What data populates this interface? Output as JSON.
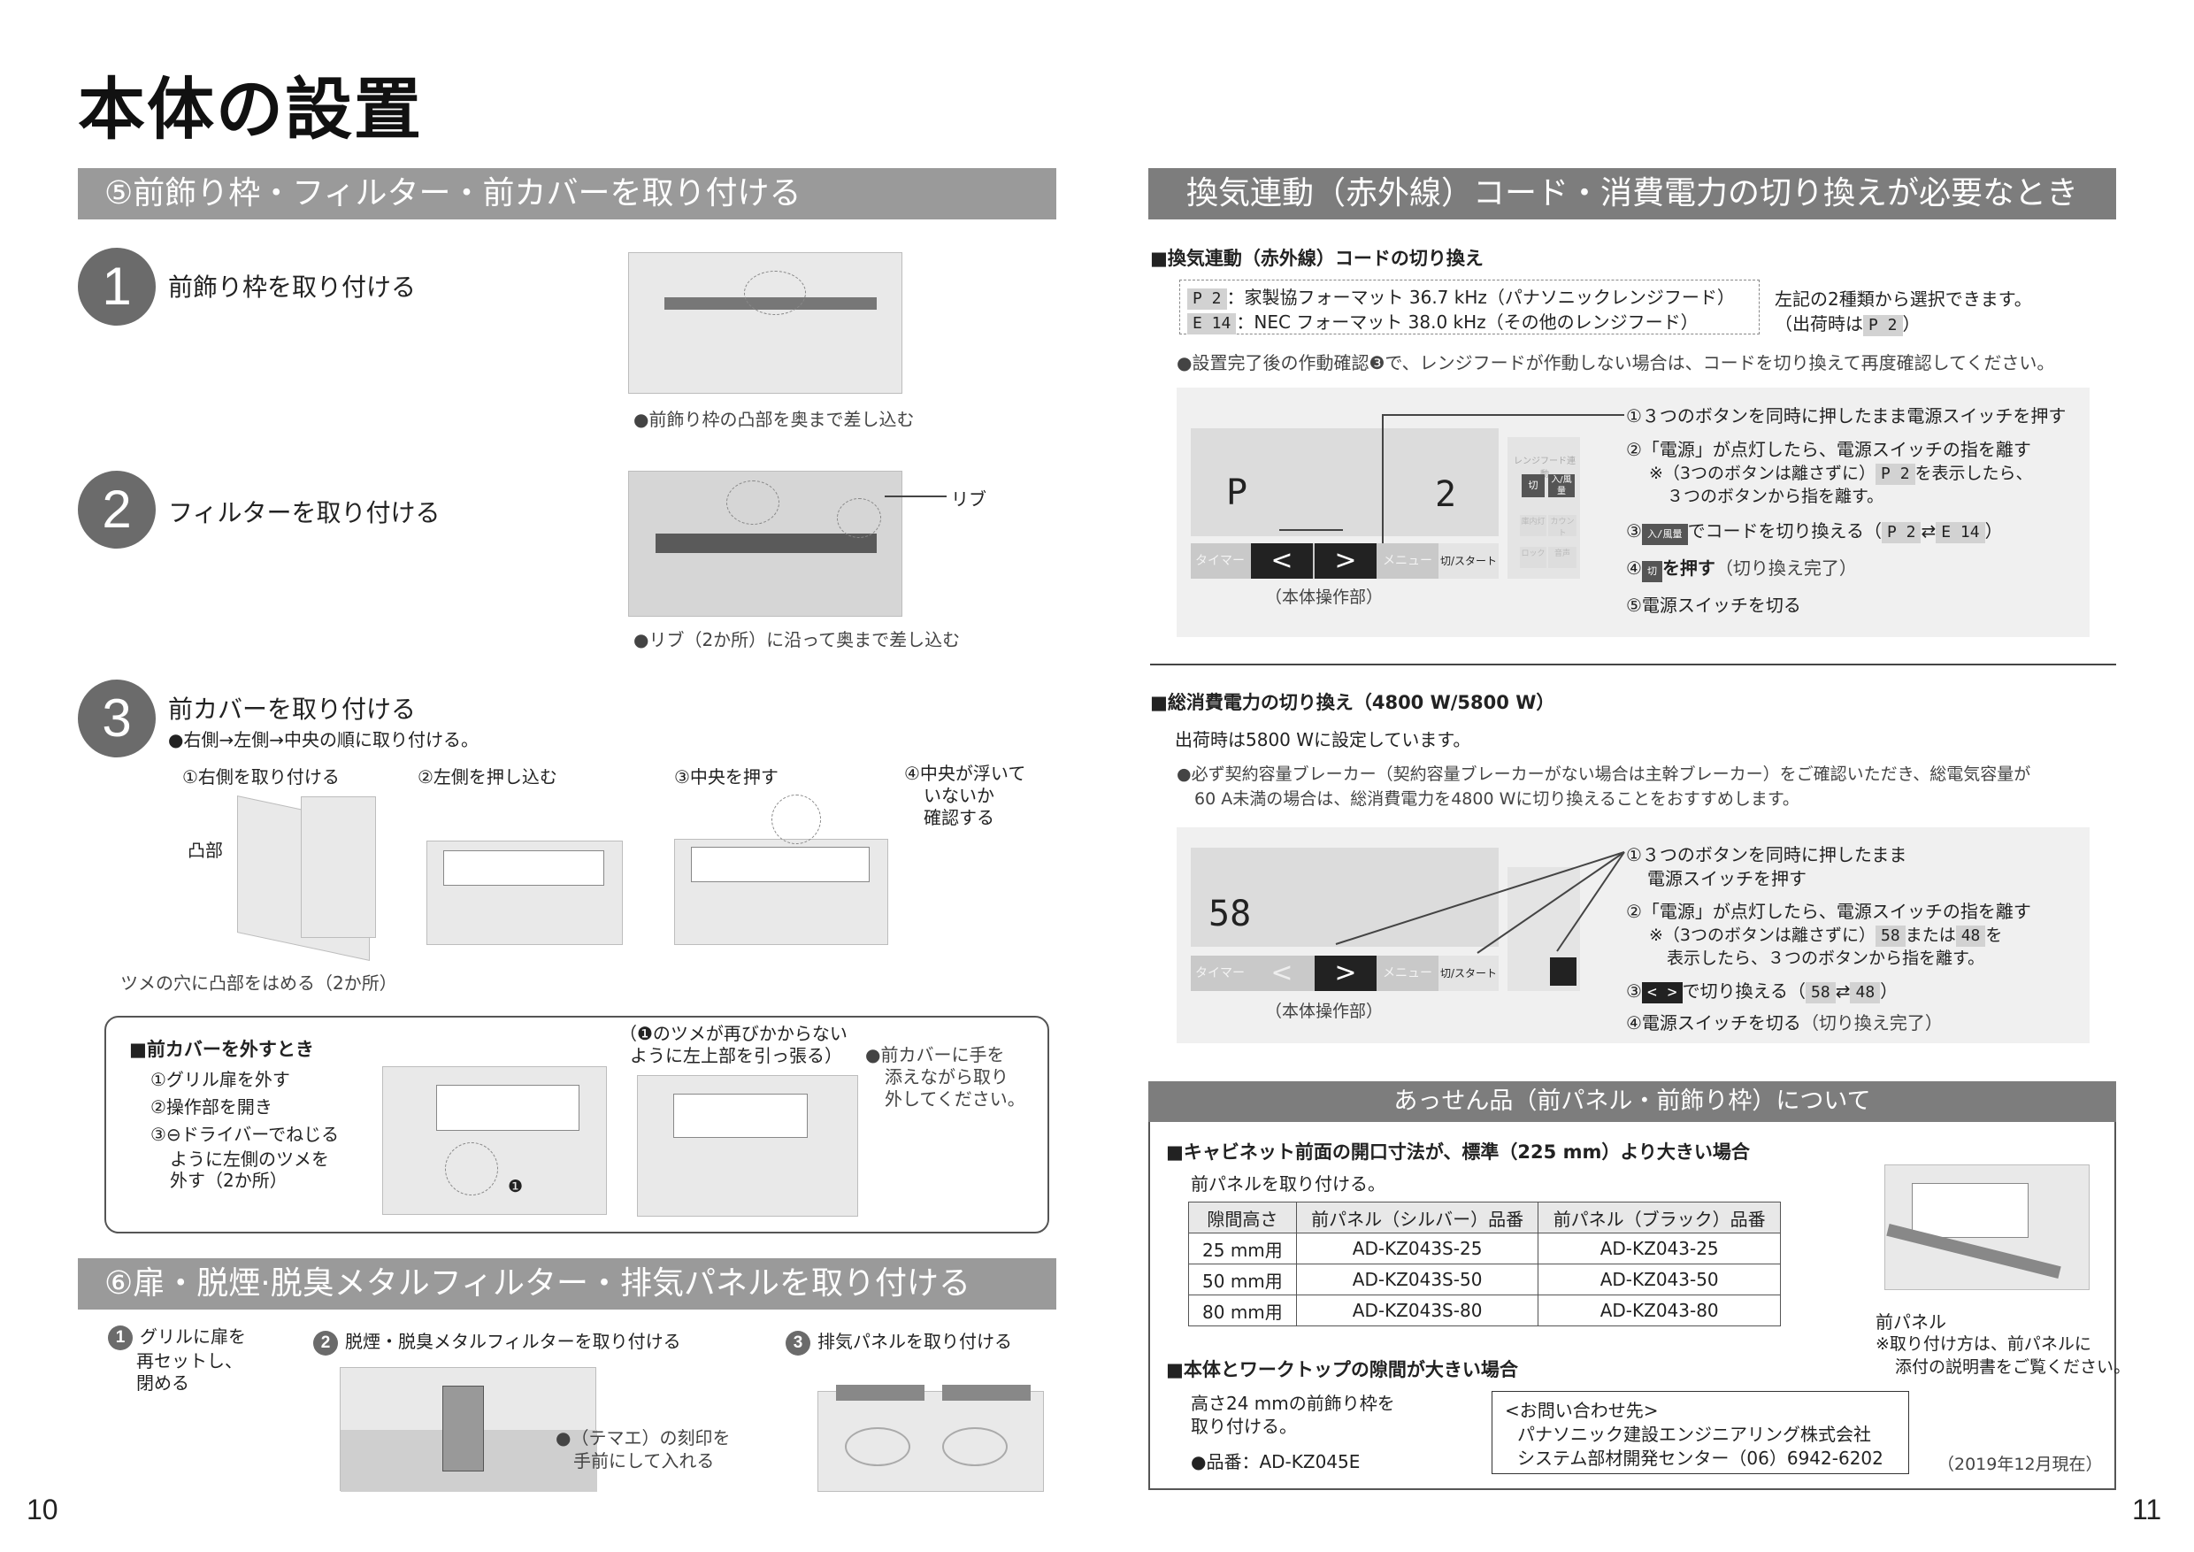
{
  "page_title": "本体の設置",
  "left": {
    "section5_title": "⑤前飾り枠・フィルター・前カバーを取り付ける",
    "step1": {
      "num": "1",
      "title": "前飾り枠を取り付ける",
      "caption": "●前飾り枠の凸部を奥まで差し込む"
    },
    "step2": {
      "num": "2",
      "title": "フィルターを取り付ける",
      "rib_label": "リブ",
      "caption": "●リブ（2か所）に沿って奥まで差し込む"
    },
    "step3": {
      "num": "3",
      "title": "前カバーを取り付ける",
      "note": "●右側→左側→中央の順に取り付ける。",
      "sub1": "①右側を取り付ける",
      "sub2": "②左側を押し込む",
      "sub3": "③中央を押す",
      "sub4": [
        "④中央が浮いて",
        "いないか",
        "確認する"
      ],
      "boss_label": "凸部",
      "hook_caption": "ツメの穴に凸部をはめる（2か所）"
    },
    "remove": {
      "title": "■前カバーを外すとき",
      "steps": [
        "①グリル扉を外す",
        "②操作部を開き",
        "③⊖ドライバーでねじる",
        "ように左側のツメを",
        "外す（2か所）"
      ],
      "pull_note": [
        "（❶のツメが再びかからない",
        "ように左上部を引っ張る）"
      ],
      "hand_note": [
        "●前カバーに手を",
        "添えながら取り",
        "外してください。"
      ],
      "marker": "❶"
    },
    "section6_title": "⑥扉・脱煙·脱臭メタルフィルター・排気パネルを取り付ける",
    "s6_step1": {
      "num": "1",
      "lines": [
        "グリルに扉を",
        "再セットし、",
        "閉める"
      ]
    },
    "s6_step2": {
      "num": "2",
      "title": "脱煙・脱臭メタルフィルターを取り付ける",
      "note": [
        "●（テマエ）の刻印を",
        "手前にして入れる"
      ]
    },
    "s6_step3": {
      "num": "3",
      "title": "排気パネルを取り付ける"
    },
    "page_number": "10"
  },
  "right": {
    "section_title": "換気連動（赤外線）コード・消費電力の切り換えが必要なとき",
    "vent": {
      "heading": "■換気連動（赤外線）コードの切り換え",
      "code1": "P 2",
      "code1_desc": "：家製協フォーマット 36.7 kHz（パナソニックレンジフード）",
      "code2": "E 14",
      "code2_desc": "：NEC フォーマット 38.0 kHz（その他のレンジフード）",
      "side1": "左記の2種類から選択できます。",
      "side2_pre": "（出荷時は",
      "side2_code": "P 2",
      "side2_post": "）",
      "note": "●設置完了後の作動確認❸で、レンジフードが作動しない場合は、コードを切り換えて再度確認してください。",
      "lcd_left": "P",
      "lcd_right": "2",
      "keys": [
        "タイマー",
        "<",
        ">",
        "メニュー",
        "切/スタート"
      ],
      "side_keys": [
        "切",
        "入/風量",
        "庫内灯",
        "カウント",
        "ロック",
        "音声"
      ],
      "side_panel_title": "レンジフード連動",
      "panel_caption": "（本体操作部）",
      "steps": {
        "s1": "①３つのボタンを同時に押したまま電源スイッチを押す",
        "s2": "②「電源」が点灯したら、電源スイッチの指を離す",
        "s2_note_a": "※（3つのボタンは離さずに）",
        "s2_code": "P 2",
        "s2_note_b": "を表示したら、",
        "s2_note_c": "３つのボタンから指を離す。",
        "s3_pre": "③",
        "s3_key": "入/風量",
        "s3_text": "でコードを切り換える（",
        "s3_code_a": "P 2",
        "s3_arrow": "⇄",
        "s3_code_b": "E 14",
        "s3_end": "）",
        "s4_pre": "④",
        "s4_key": "切",
        "s4_text": "を押す",
        "s4_note": "（切り換え完了）",
        "s5": "⑤電源スイッチを切る"
      }
    },
    "power": {
      "heading": "■総消費電力の切り換え（4800 W/5800 W）",
      "shipped": "出荷時は5800 Wに設定しています。",
      "note1": "●必ず契約容量ブレーカー（契約容量ブレーカーがない場合は主幹ブレーカー）をご確認いただき、総電気容量が",
      "note2": "60 A未満の場合は、総消費電力を4800 Wに切り換えることをおすすめします。",
      "lcd": "58",
      "panel_caption": "（本体操作部）",
      "steps": {
        "s1a": "①３つのボタンを同時に押したまま",
        "s1b": "電源スイッチを押す",
        "s2": "②「電源」が点灯したら、電源スイッチの指を離す",
        "s2_note_a": "※（3つのボタンは離さずに）",
        "s2_code_a": "58",
        "s2_or": "または",
        "s2_code_b": "48",
        "s2_note_b": "を",
        "s2_note_c": "表示したら、３つのボタンから指を離す。",
        "s3_pre": "③",
        "s3_key_a": "<",
        "s3_key_b": ">",
        "s3_text": "で切り換える（",
        "s3_code_a": "58",
        "s3_arrow": "⇄",
        "s3_code_b": "48",
        "s3_end": "）",
        "s4": "④電源スイッチを切る",
        "s4_note": "（切り換え完了）"
      }
    },
    "accessory": {
      "title": "あっせん品（前パネル・前飾り枠）について",
      "h1": "■キャビネット前面の開口寸法が、標準（225 mm）より大きい場合",
      "h1_sub": "前パネルを取り付ける。",
      "table": {
        "headers": [
          "隙間高さ",
          "前パネル（シルバー）品番",
          "前パネル（ブラック）品番"
        ],
        "rows": [
          [
            "25 mm用",
            "AD-KZ043S-25",
            "AD-KZ043-25"
          ],
          [
            "50 mm用",
            "AD-KZ043S-50",
            "AD-KZ043-50"
          ],
          [
            "80 mm用",
            "AD-KZ043S-80",
            "AD-KZ043-80"
          ]
        ]
      },
      "panel_label": "前パネル",
      "panel_note1": "※取り付け方は、前パネルに",
      "panel_note2": "添付の説明書をご覧ください。",
      "h2": "■本体とワークトップの隙間が大きい場合",
      "h2_sub1": "高さ24 mmの前飾り枠を",
      "h2_sub2": "取り付ける。",
      "part": "●品番：AD-KZ045E",
      "contact": [
        "<お問い合わせ先>",
        "パナソニック建設エンジニアリング株式会社",
        "システム部材開発センター（06）6942-6202"
      ],
      "date": "（2019年12月現在）"
    },
    "page_number": "11"
  }
}
